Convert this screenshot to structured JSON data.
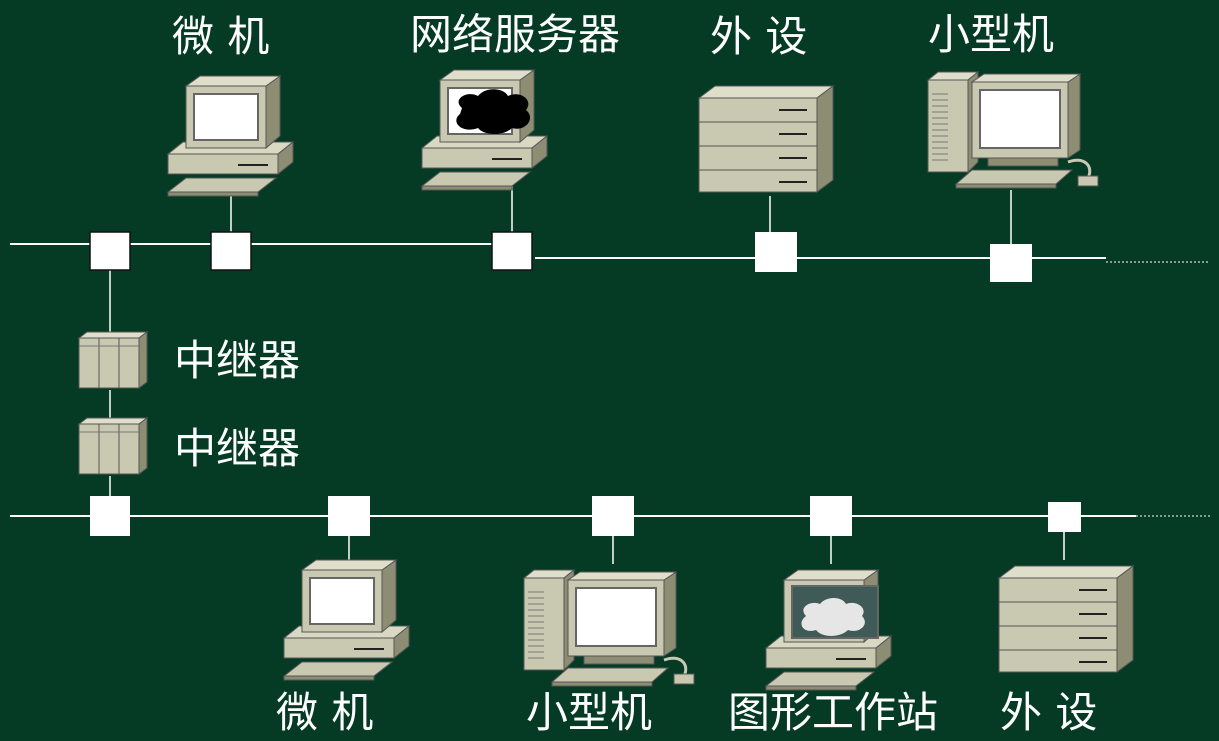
{
  "colors": {
    "background": "#053b25",
    "line": "#ffffff",
    "node": "#ffffff",
    "device_light": "#c9c9b1",
    "device_dark": "#8d8d73",
    "screen": "#ffffff"
  },
  "top_segment": {
    "labels": {
      "micro": "微 机",
      "server": "网络服务器",
      "peripheral": "外 设",
      "mini": "小型机"
    }
  },
  "repeaters": {
    "upper_label": "中继器",
    "lower_label": "中继器"
  },
  "bottom_segment": {
    "labels": {
      "micro": "微 机",
      "mini": "小型机",
      "workstation": "图形工作站",
      "peripheral": "外 设"
    }
  }
}
